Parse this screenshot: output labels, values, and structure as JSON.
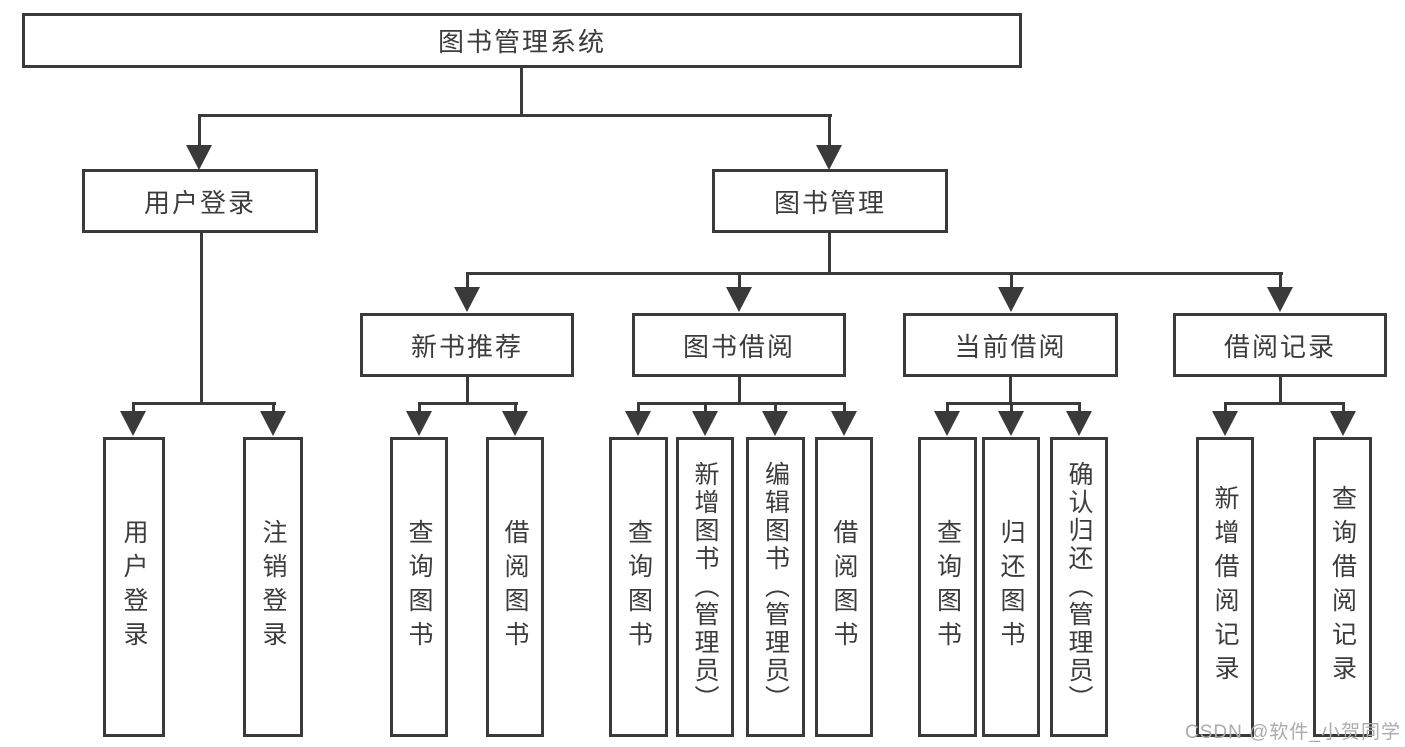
{
  "diagram": {
    "root": "图书管理系统",
    "level2": [
      "用户登录",
      "图书管理"
    ],
    "level3": [
      "新书推荐",
      "图书借阅",
      "当前借阅",
      "借阅记录"
    ],
    "leaves": {
      "user_login": [
        "用户登录",
        "注销登录"
      ],
      "new_book_recommend": [
        "查询图书",
        "借阅图书"
      ],
      "book_borrowing": [
        "查询图书",
        "新增图书（管理员）",
        "编辑图书（管理员）",
        "借阅图书"
      ],
      "current_borrowing": [
        "查询图书",
        "归还图书",
        "确认归还（管理员）"
      ],
      "borrowing_records": [
        "新增借阅记录",
        "查询借阅记录"
      ]
    }
  },
  "watermark": {
    "text": "CSDN @软件_小贺同学"
  },
  "colors": {
    "line": "#3a3a3a",
    "text": "#3c3c3c",
    "watermark": "#ababab",
    "background": "#ffffff"
  }
}
